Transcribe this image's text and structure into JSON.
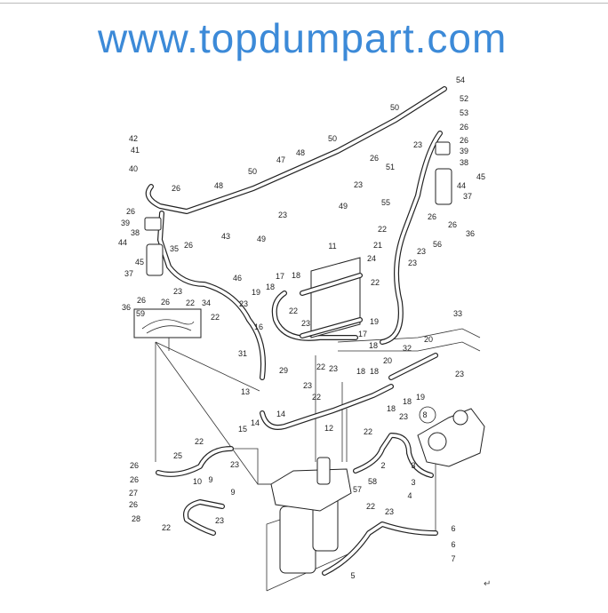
{
  "watermark": "www.topdumpart.com",
  "return_mark": "↵",
  "callouts": [
    "54",
    "52",
    "53",
    "26",
    "26",
    "39",
    "38",
    "45",
    "44",
    "37",
    "36",
    "26",
    "26",
    "56",
    "55",
    "51",
    "26",
    "50",
    "23",
    "23",
    "50",
    "48",
    "47",
    "49",
    "50",
    "48",
    "23",
    "49",
    "42",
    "41",
    "40",
    "26",
    "26",
    "39",
    "38",
    "44",
    "45",
    "37",
    "36",
    "26",
    "26",
    "23",
    "22",
    "35",
    "26",
    "43",
    "46",
    "34",
    "59",
    "11",
    "24",
    "21",
    "22",
    "23",
    "23",
    "22",
    "17",
    "18",
    "19",
    "18",
    "23",
    "22",
    "16",
    "22",
    "23",
    "33",
    "19",
    "17",
    "18",
    "20",
    "32",
    "20",
    "18",
    "18",
    "22",
    "23",
    "31",
    "29",
    "13",
    "14",
    "14",
    "15",
    "23",
    "22",
    "12",
    "18",
    "18",
    "19",
    "23",
    "8",
    "22",
    "23",
    "2",
    "3",
    "3",
    "4",
    "57",
    "58",
    "22",
    "25",
    "26",
    "23",
    "26",
    "27",
    "26",
    "28",
    "10",
    "9",
    "9",
    "22",
    "23",
    "22",
    "23",
    "6",
    "6",
    "7",
    "5"
  ]
}
